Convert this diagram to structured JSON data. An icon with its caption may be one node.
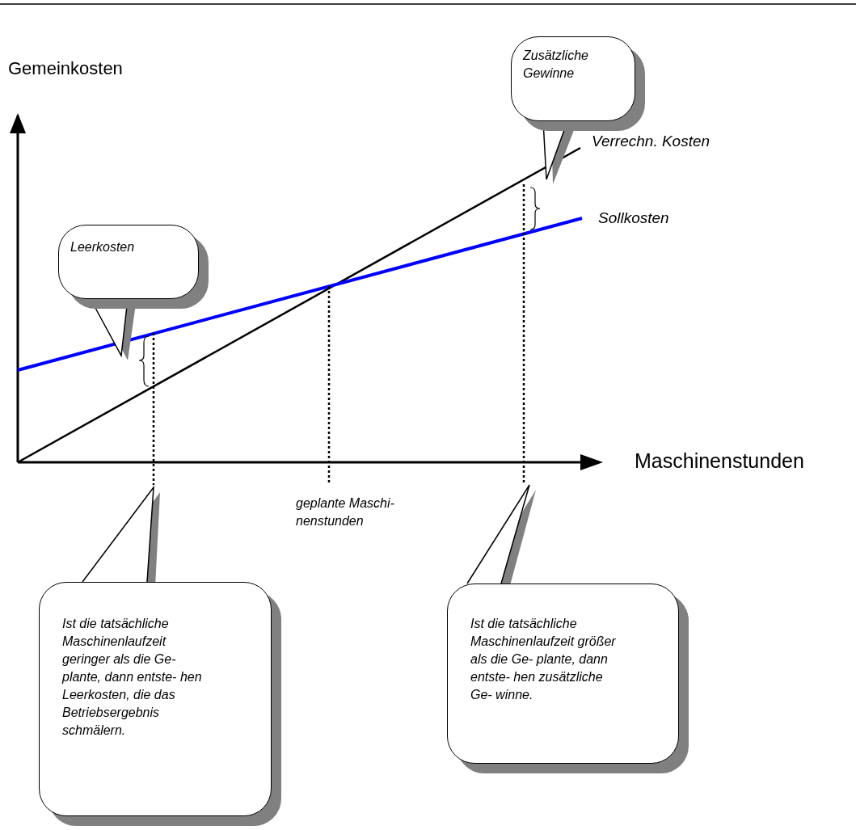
{
  "diagram": {
    "nodes": [
      {
        "text": [
          "Leerkosten"
        ]
      },
      {
        "text": [
          "Zusätzliche Gewinne"
        ]
      },
      {
        "text": [
          "Ist die tatsächliche Maschinenlaufzeit geringer als die Ge- plante, dann entste- hen Leerkosten, die das Betriebsergebnis schmälern."
        ]
      },
      {
        "text": [
          "Ist die tatsächliche Maschinenlaufzeit größer als die Ge- plante, dann entste- hen zusätzliche Ge- winne."
        ]
      }
    ],
    "edges": [
      {
        "from": 0,
        "to": null,
        "arrow": "to"
      },
      {
        "from": 1,
        "to": null,
        "arrow": "to"
      },
      {
        "from": 2,
        "to": null,
        "arrow": "to"
      },
      {
        "from": 3,
        "to": null,
        "arrow": "to"
      }
    ],
    "labels": [
      "Gemeinkosten",
      "Verrechn. Kosten",
      "Sollkosten",
      "Maschinenstunden",
      "geplante Maschi- nenstunden"
    ]
  }
}
